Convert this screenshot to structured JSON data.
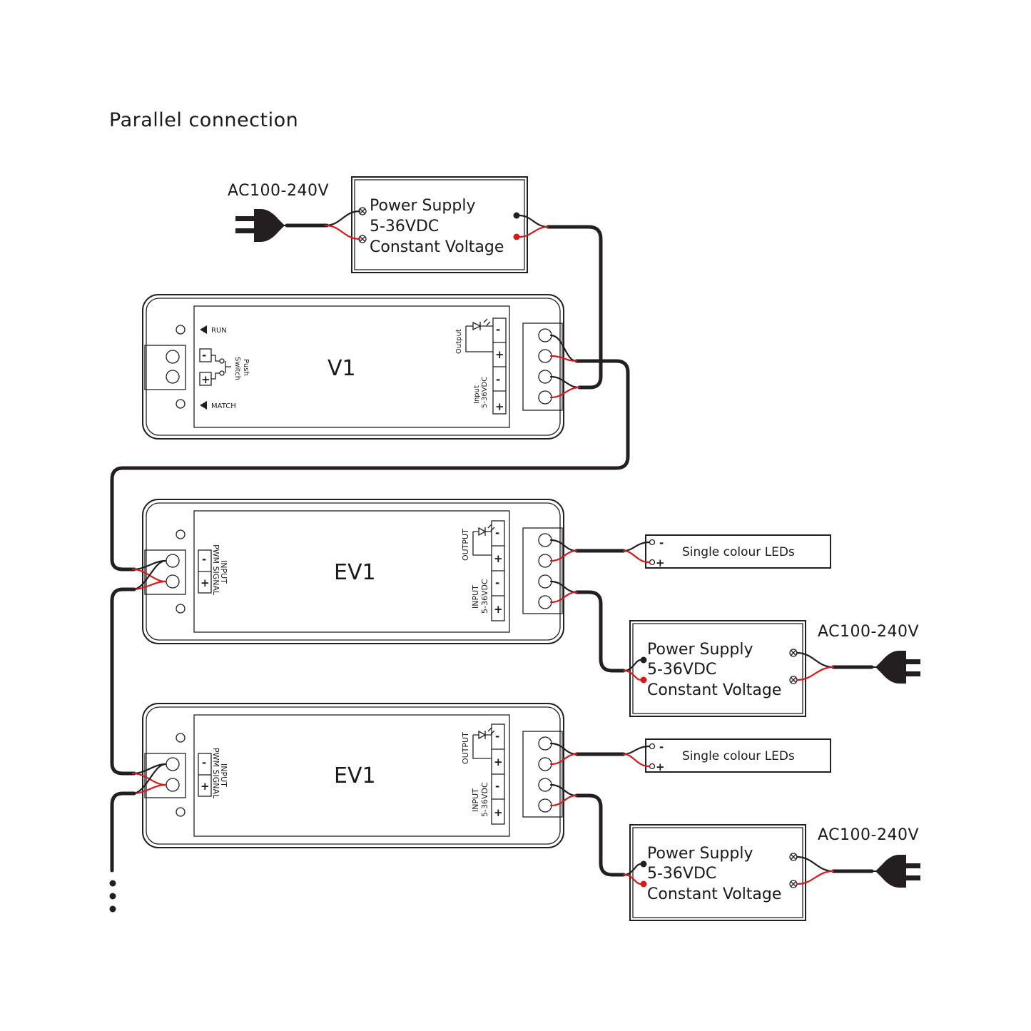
{
  "title": "Parallel connection",
  "colors": {
    "line": "#231f20",
    "positive_wire": "#d7191c",
    "negative_wire": "#231f20",
    "background": "#ffffff"
  },
  "mains": {
    "label": "AC100-240V"
  },
  "power_supply": {
    "line1": "Power Supply",
    "line2": "5-36VDC",
    "line3": "Constant Voltage"
  },
  "controller": {
    "model": "V1",
    "run": "RUN",
    "match": "MATCH",
    "push_switch": [
      "Push",
      "Switch"
    ],
    "output": "Output",
    "input": [
      "Input",
      "5-36VDC"
    ],
    "minus": "-",
    "plus": "+"
  },
  "repeater": {
    "model": "EV1",
    "input_signal": [
      "INPUT",
      "PWM SIGNAL"
    ],
    "output": "OUTPUT",
    "input": [
      "INPUT",
      "5-36VDC"
    ],
    "minus": "-",
    "plus": "+"
  },
  "led_strip": {
    "label": "Single colour LEDs",
    "minus": "-",
    "plus": "+"
  },
  "icons": [
    "plug-icon",
    "led-diode-icon",
    "push-switch-icon",
    "terminal-block-icon",
    "continuation-dots-icon"
  ]
}
